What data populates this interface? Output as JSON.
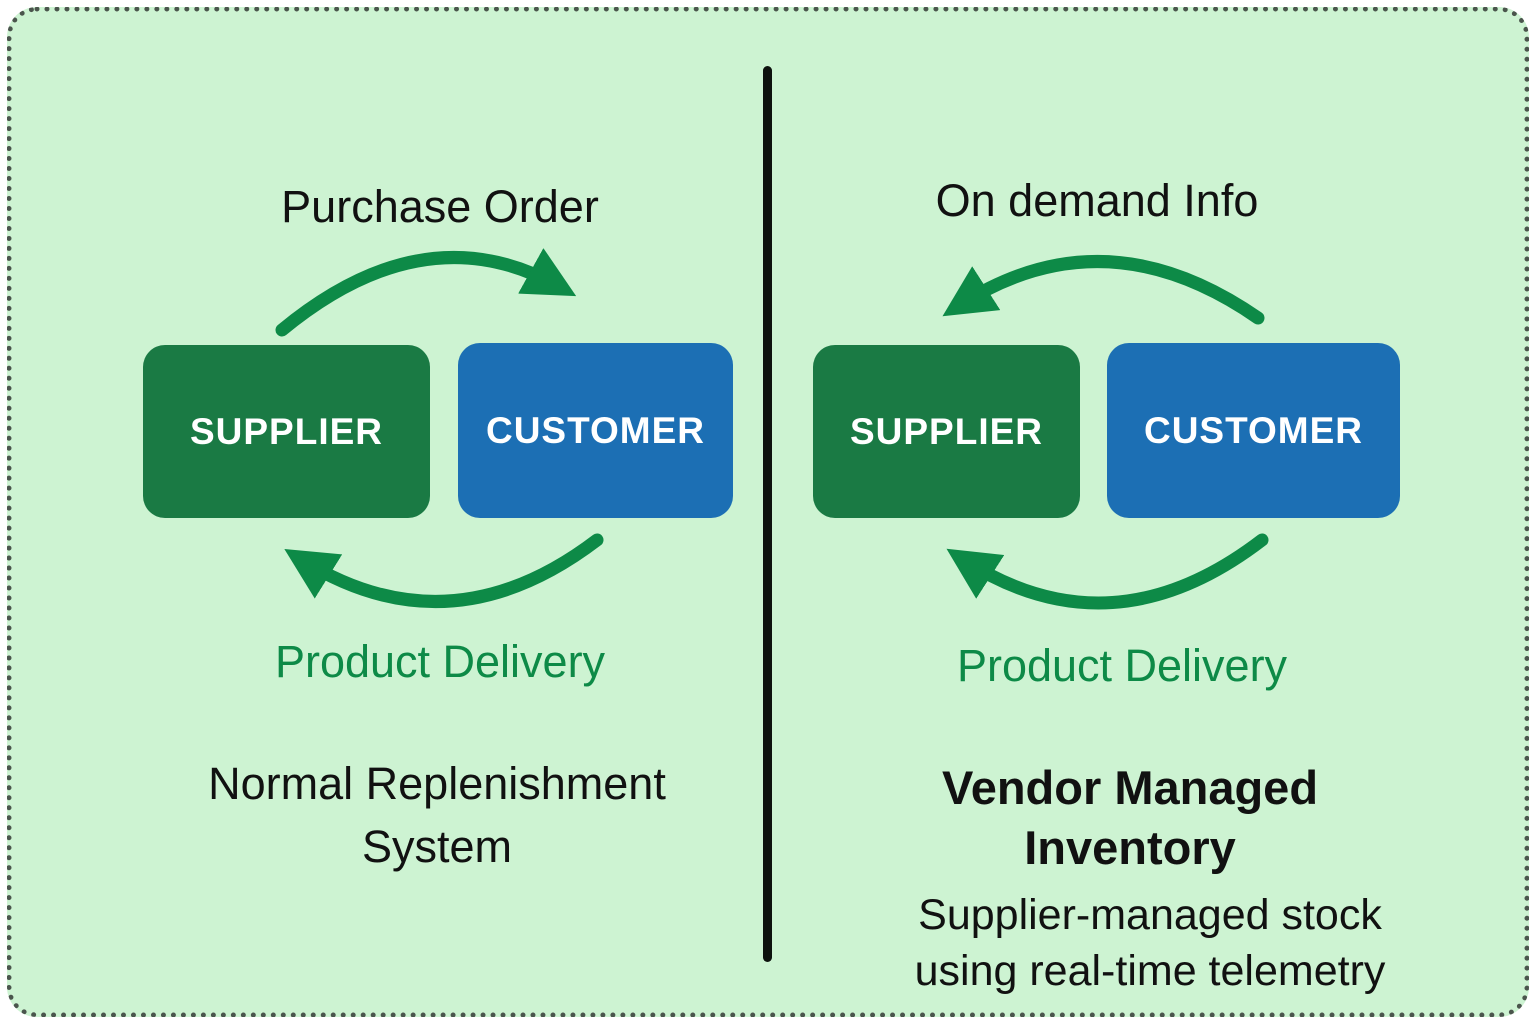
{
  "colors": {
    "background": "#cdf3d2",
    "supplier_box": "#1a7a44",
    "customer_box": "#1c6fb4",
    "arrow": "#0d8a47",
    "delivery_text": "#0d8a47",
    "divider": "#0d120e",
    "text": "#111111"
  },
  "left_panel": {
    "top_arrow_label": "Purchase Order",
    "supplier_label": "SUPPLIER",
    "customer_label": "CUSTOMER",
    "bottom_arrow_label": "Product Delivery",
    "caption_line1": "Normal Replenishment",
    "caption_line2": "System"
  },
  "right_panel": {
    "top_arrow_label": "On demand Info",
    "supplier_label": "SUPPLIER",
    "customer_label": "CUSTOMER",
    "bottom_arrow_label": "Product Delivery",
    "title_line1": "Vendor Managed",
    "title_line2": "Inventory",
    "subtitle_line1": "Supplier-managed stock",
    "subtitle_line2": "using real-time telemetry"
  }
}
